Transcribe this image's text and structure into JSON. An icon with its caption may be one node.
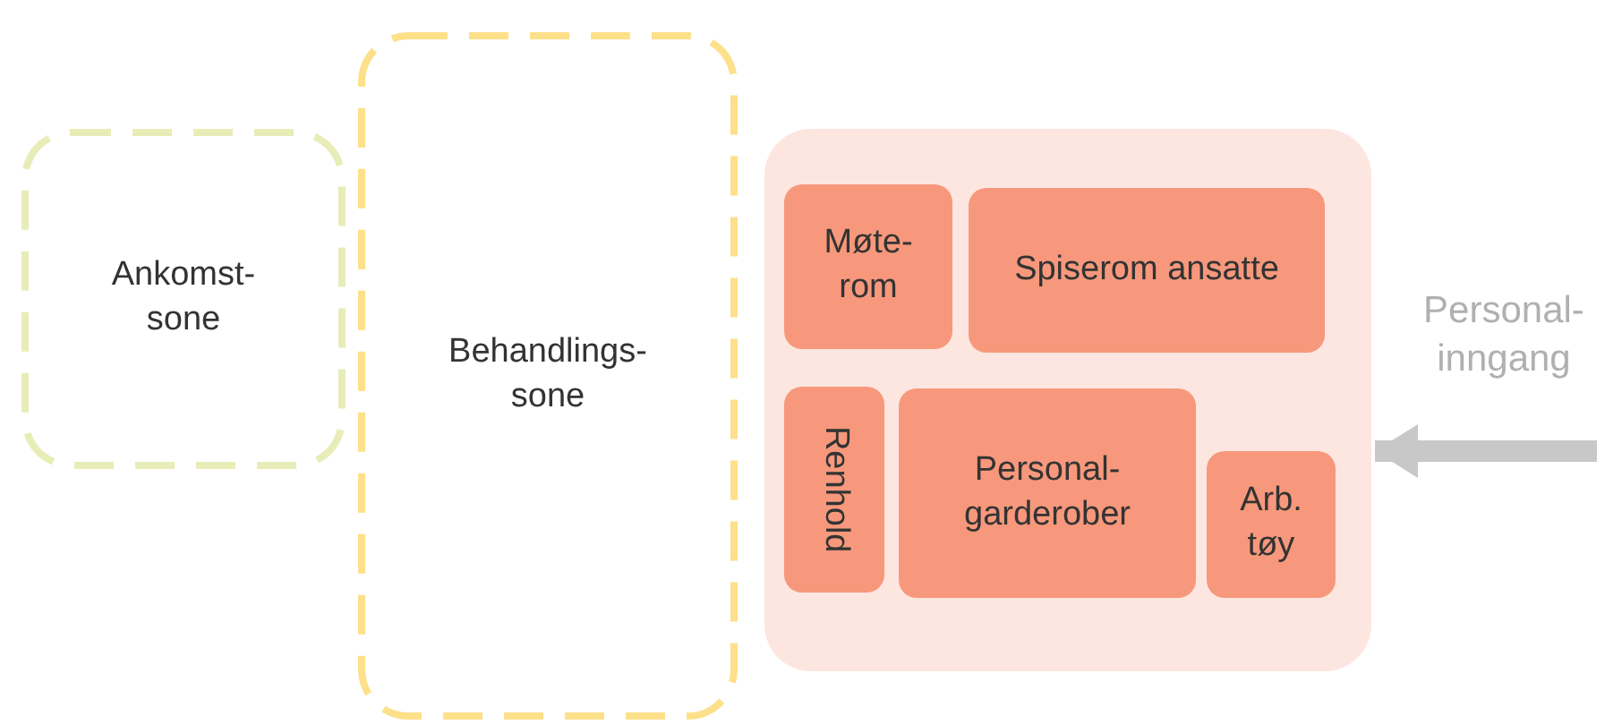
{
  "diagram": {
    "nodes": [
      {
        "text": [
          "Ankomst- sone"
        ]
      },
      {
        "text": [
          "Behandlings- sone"
        ]
      },
      {
        "text": [],
        "shape": "box"
      },
      {
        "text": [
          "Møte- rom"
        ],
        "in": 2
      },
      {
        "text": [
          "Spiserom ansatte"
        ],
        "in": 2
      },
      {
        "text": [
          "Renhold"
        ],
        "in": 2
      },
      {
        "text": [
          "Personal- garderober"
        ],
        "in": 2
      },
      {
        "text": [
          "Arb. tøy"
        ],
        "in": 2
      }
    ],
    "edges": [
      {
        "from": null,
        "to": 2,
        "arrow": "to"
      }
    ],
    "labels": [
      "Personal- inngang"
    ]
  }
}
